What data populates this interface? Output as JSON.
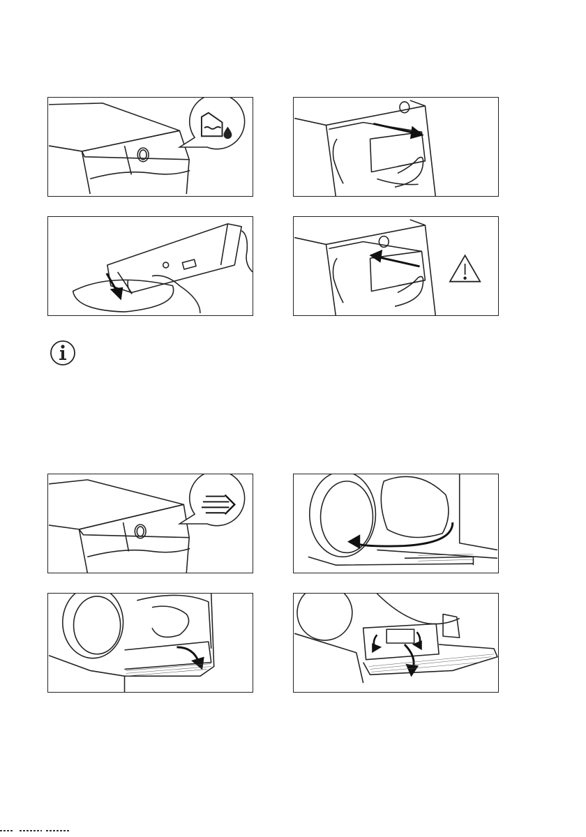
{
  "page": {
    "background": "#ffffff",
    "line_color": "#222222"
  },
  "figures": [
    {
      "id": "fig-1",
      "icon": "water-container-icon",
      "description_visible": false
    },
    {
      "id": "fig-2",
      "icon": "arrow-right-icon"
    },
    {
      "id": "fig-3",
      "icon": "down-arrow-icon"
    },
    {
      "id": "fig-4",
      "icon": "warning-triangle-icon"
    },
    {
      "id": "fig-5",
      "icon": "filter-arrow-icon"
    },
    {
      "id": "fig-6",
      "icon": "door-open-arrow-icon"
    },
    {
      "id": "fig-7",
      "icon": "curved-arrow-icon"
    },
    {
      "id": "fig-8",
      "icon": "rotate-arrows-icon"
    }
  ],
  "info_icon": {
    "icon": "info-icon"
  }
}
